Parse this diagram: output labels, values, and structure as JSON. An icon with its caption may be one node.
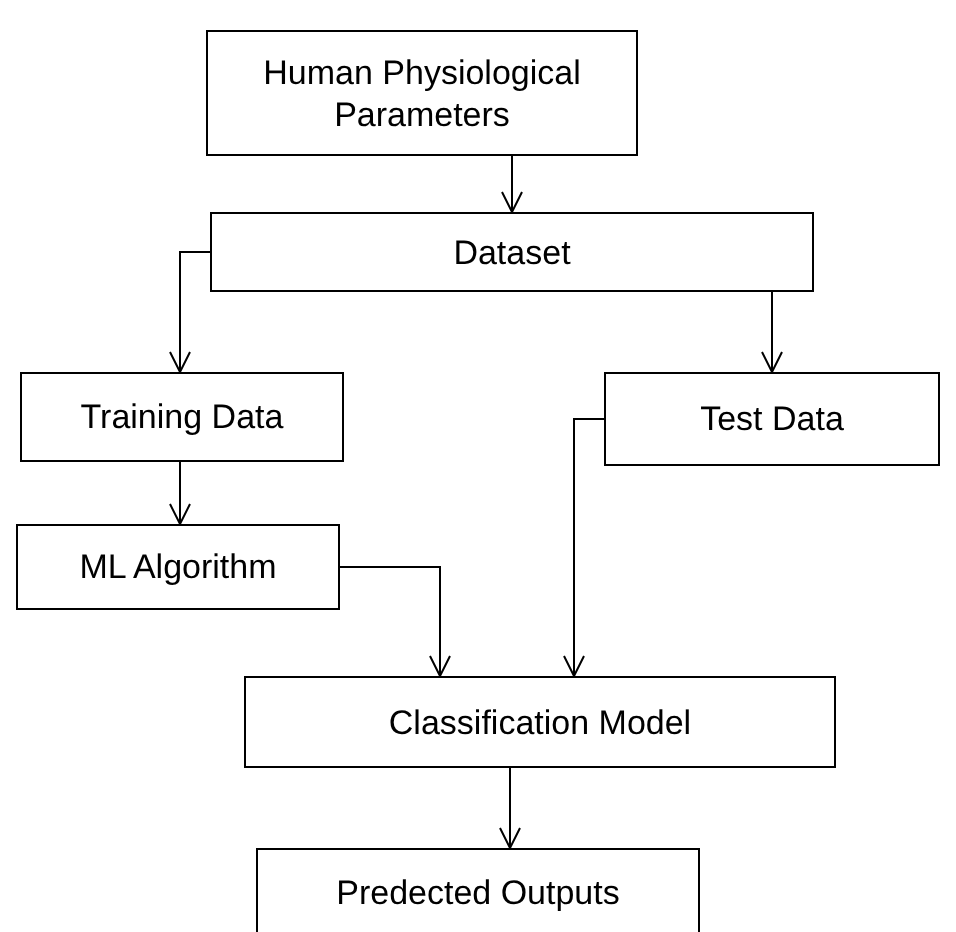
{
  "diagram": {
    "nodes": [
      {
        "text": [
          "Human Physiological Parameters"
        ]
      },
      {
        "text": [
          "Dataset"
        ]
      },
      {
        "text": [
          "Training Data"
        ]
      },
      {
        "text": [
          "Test Data"
        ]
      },
      {
        "text": [
          "ML Algorithm"
        ]
      },
      {
        "text": [
          "Classification Model"
        ]
      },
      {
        "text": [
          "Predected Outputs"
        ]
      }
    ],
    "edges": [
      {
        "from": 0,
        "to": 1,
        "arrow": "to"
      },
      {
        "from": 1,
        "to": 2,
        "arrow": "to"
      },
      {
        "from": 1,
        "to": 3,
        "arrow": "to"
      },
      {
        "from": 2,
        "to": 4,
        "arrow": "to"
      },
      {
        "from": 4,
        "to": 5,
        "arrow": "to"
      },
      {
        "from": 3,
        "to": 5,
        "arrow": "to"
      },
      {
        "from": 5,
        "to": 6,
        "arrow": "to"
      }
    ]
  }
}
